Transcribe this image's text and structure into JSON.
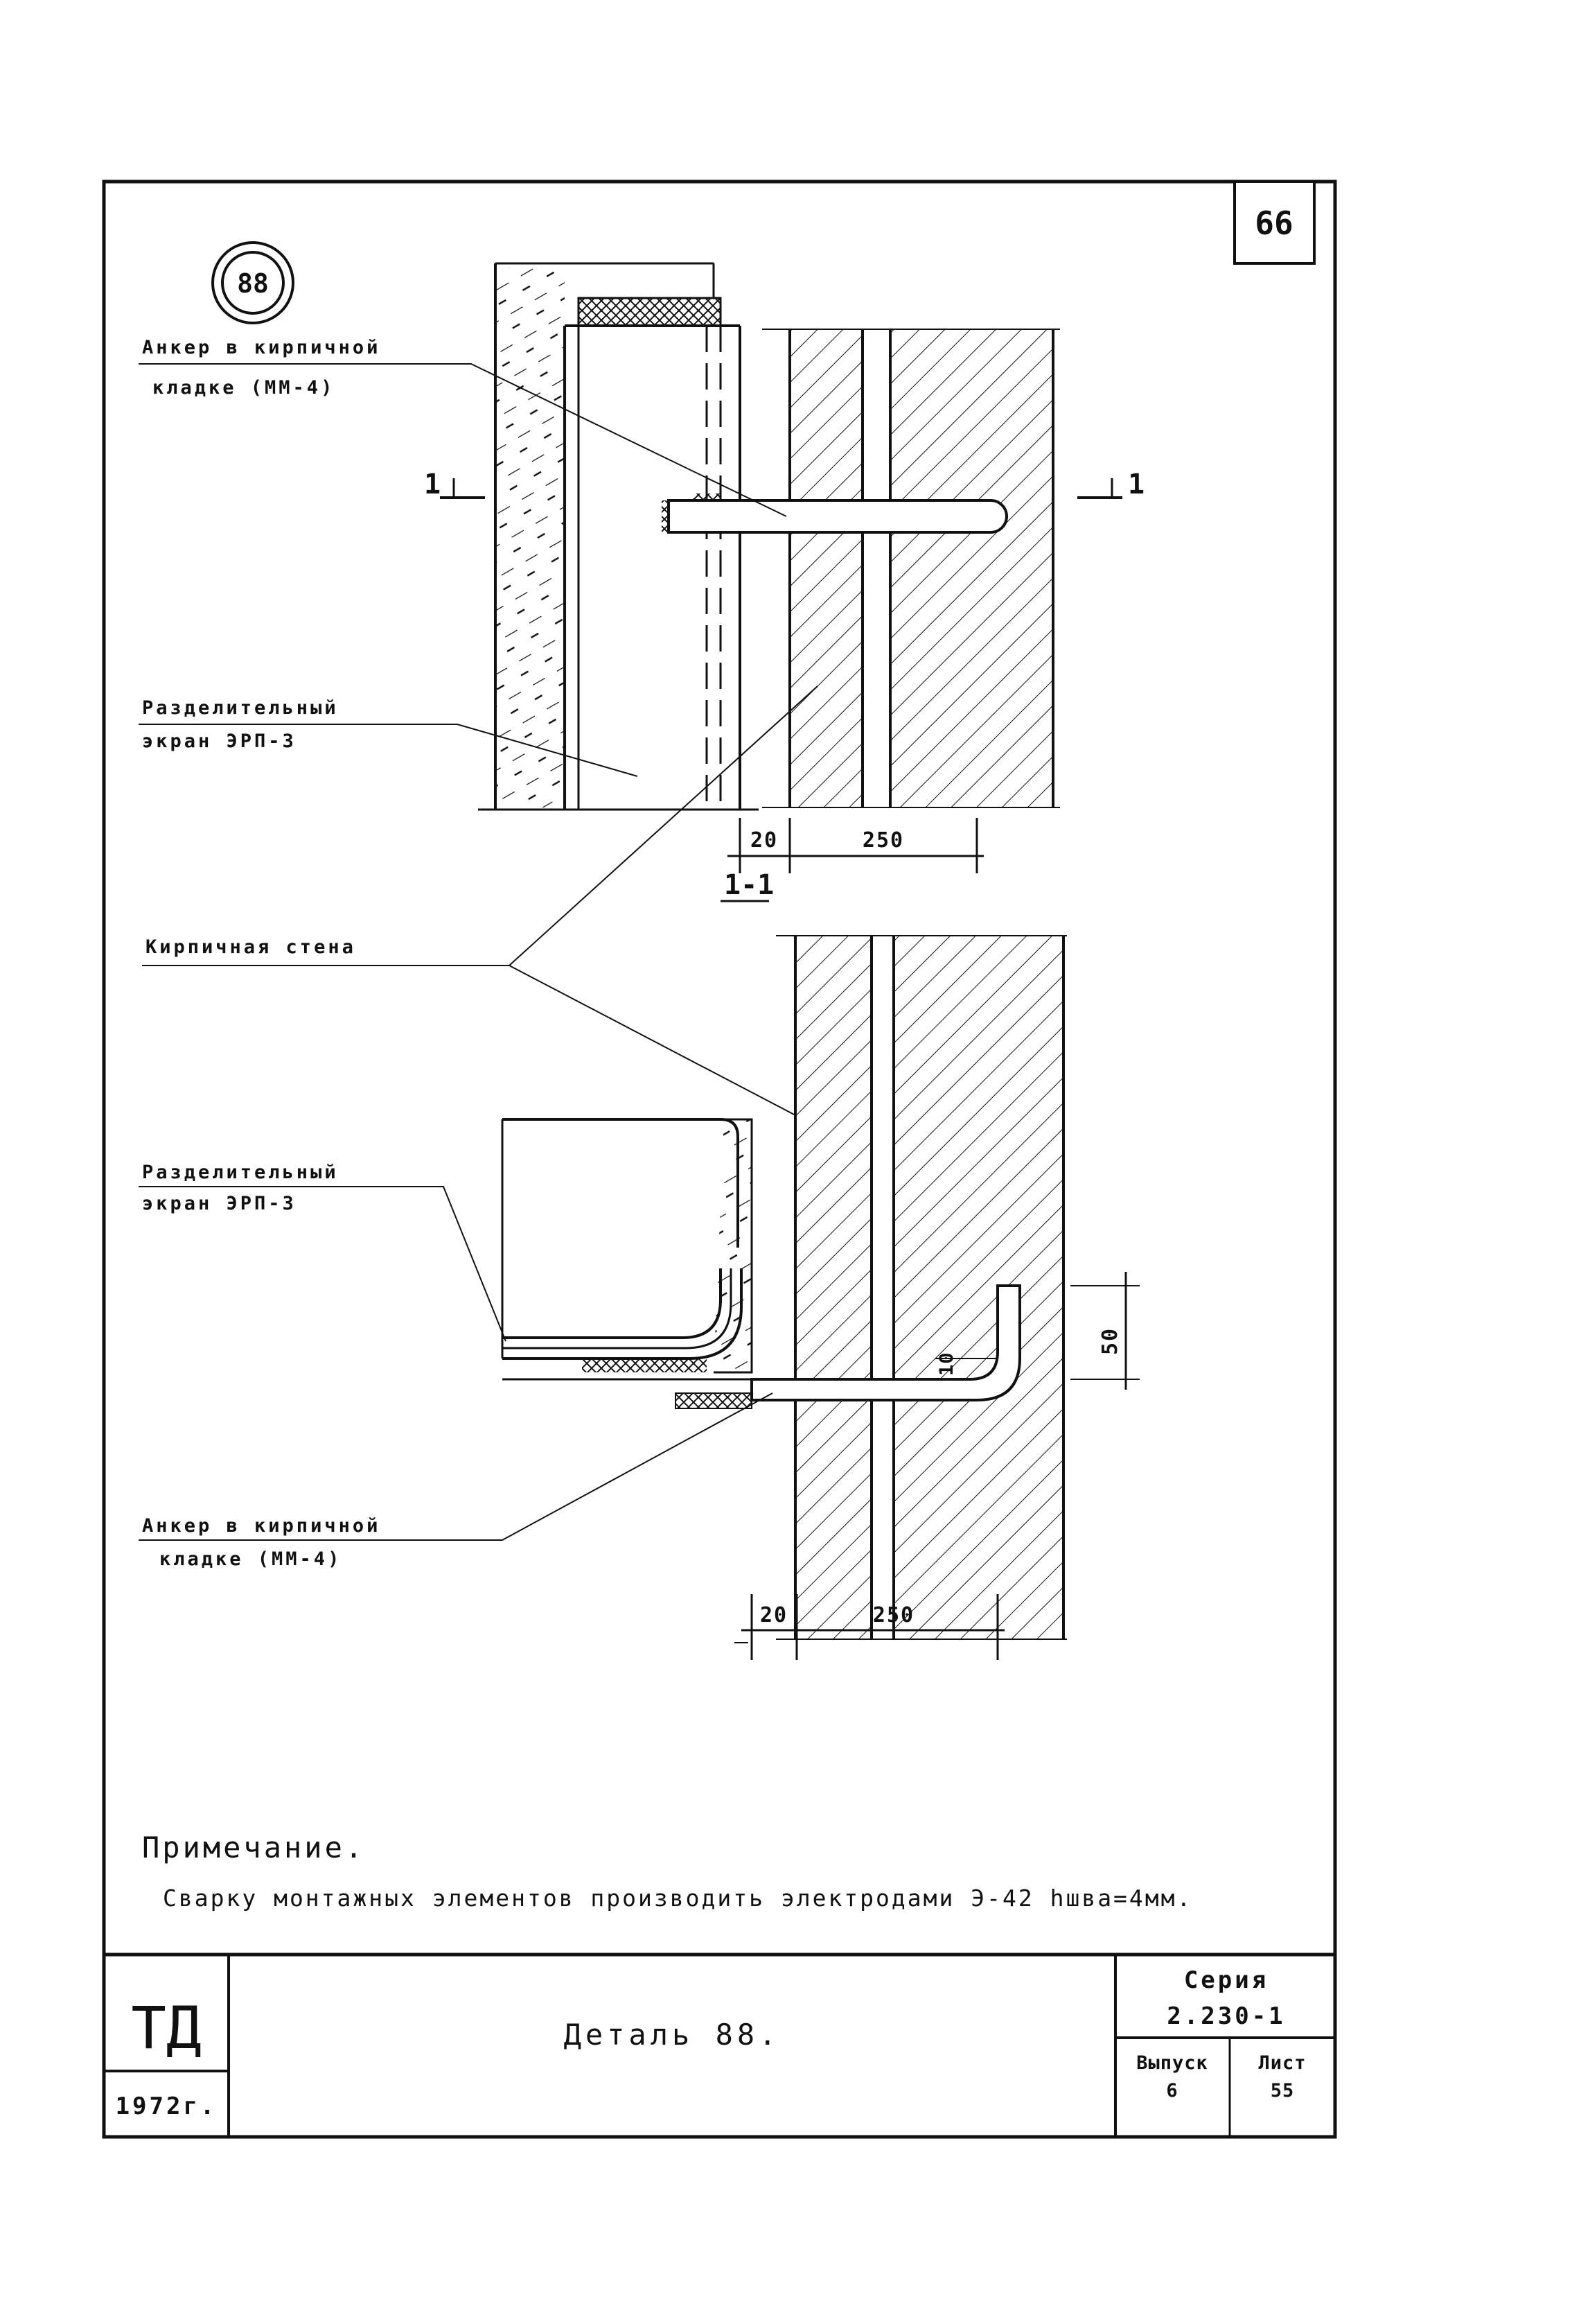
{
  "sheet_tab": "66",
  "detail_mark": "88",
  "upper_view": {
    "anchor_label": [
      "Анкер в кирпичной",
      "кладке (ММ-4)"
    ],
    "screen_label": [
      "Разделительный",
      "экран ЭРП-3"
    ],
    "section_mark_left": "1",
    "section_mark_right": "1",
    "section_name": "1-1",
    "dim_gap": "20",
    "dim_wall": "250"
  },
  "wall_label": "Кирпичная стена",
  "lower_view": {
    "screen_label": [
      "Разделительный",
      "экран ЭРП-3"
    ],
    "anchor_label": [
      "Анкер в кирпичной",
      "кладке (ММ-4)"
    ],
    "dim_hook_gap": "10",
    "dim_hook_height": "50",
    "dim_gap": "20",
    "dim_wall": "250"
  },
  "note": {
    "title": "Примечание.",
    "text": "Сварку монтажных элементов производить электродами Э-42 hшва=4мм."
  },
  "title_block": {
    "org": "ТД",
    "year": "1972г.",
    "title": "Деталь 88.",
    "series_label": "Серия",
    "series_value": "2.230-1",
    "issue_label": "Выпуск",
    "issue_value": "6",
    "sheet_label": "Лист",
    "sheet_value": "55"
  }
}
